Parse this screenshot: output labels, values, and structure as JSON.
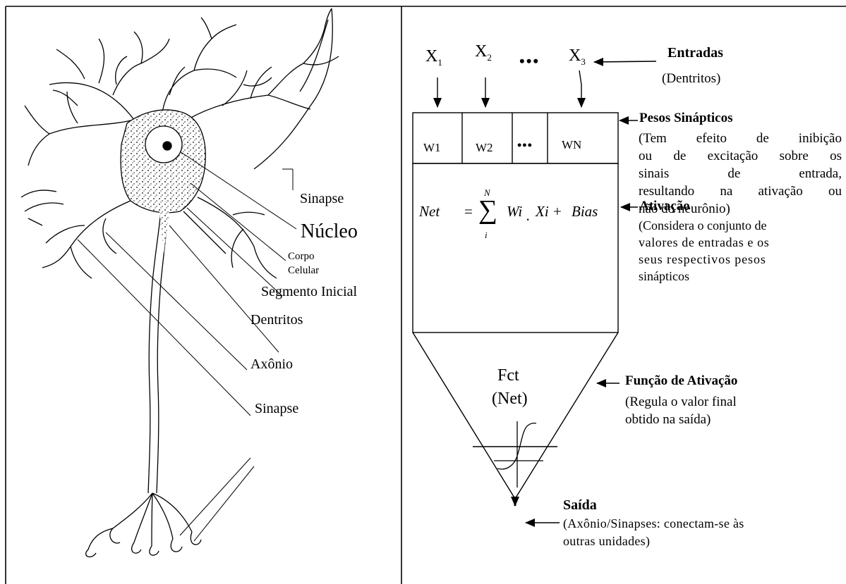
{
  "neuron_labels": {
    "sinapse_top": "Sinapse",
    "nucleo": "Núcleo",
    "corpo": "Corpo",
    "celular": "Celular",
    "segmento": "Segmento Inicial",
    "dentritos": "Dentritos",
    "axonio": "Axônio",
    "sinapse_bottom": "Sinapse"
  },
  "inputs": {
    "x1_base": "X",
    "x1_sub": "1",
    "x2_base": "X",
    "x2_sub": "2",
    "ellipsis": "•••",
    "x3_base": "X",
    "x3_sub": "3"
  },
  "weights": {
    "w1": "W1",
    "w2": "W2",
    "dots": "•••",
    "wn": "WN"
  },
  "formula": {
    "net": "Net",
    "equals": "=",
    "sigma": "∑",
    "upper": "N",
    "lower": "i",
    "wi": "Wi",
    "dot": ".",
    "xi": "Xi",
    "plus": "+",
    "bias": "Bias"
  },
  "activation_fn": {
    "fct": "Fct",
    "net": "(Net)"
  },
  "annotations": {
    "entradas_title": "Entradas",
    "entradas_sub": "(Dentritos)",
    "pesos_title": "Pesos Sinápticos",
    "pesos_l1": "(Tem efeito de inibição",
    "pesos_l2": "ou de excitação sobre os",
    "pesos_l3": "sinais de entrada,",
    "pesos_l4": "resultando na ativação ou",
    "pesos_l5": "não do neurônio)",
    "ativacao_title": "Ativação",
    "ativacao_l1": "(Considera o conjunto de",
    "ativacao_l2": "valores de entradas e os",
    "ativacao_l3": "seus respectivos pesos",
    "ativacao_l4": "sinápticos",
    "funcao_title": "Função de Ativação",
    "funcao_l1": "(Regula o valor final",
    "funcao_l2": "obtido na saída)",
    "saida_title": "Saída",
    "saida_l1": "(Axônio/Sinapses: conectam-se às",
    "saida_l2": "outras unidades)"
  }
}
